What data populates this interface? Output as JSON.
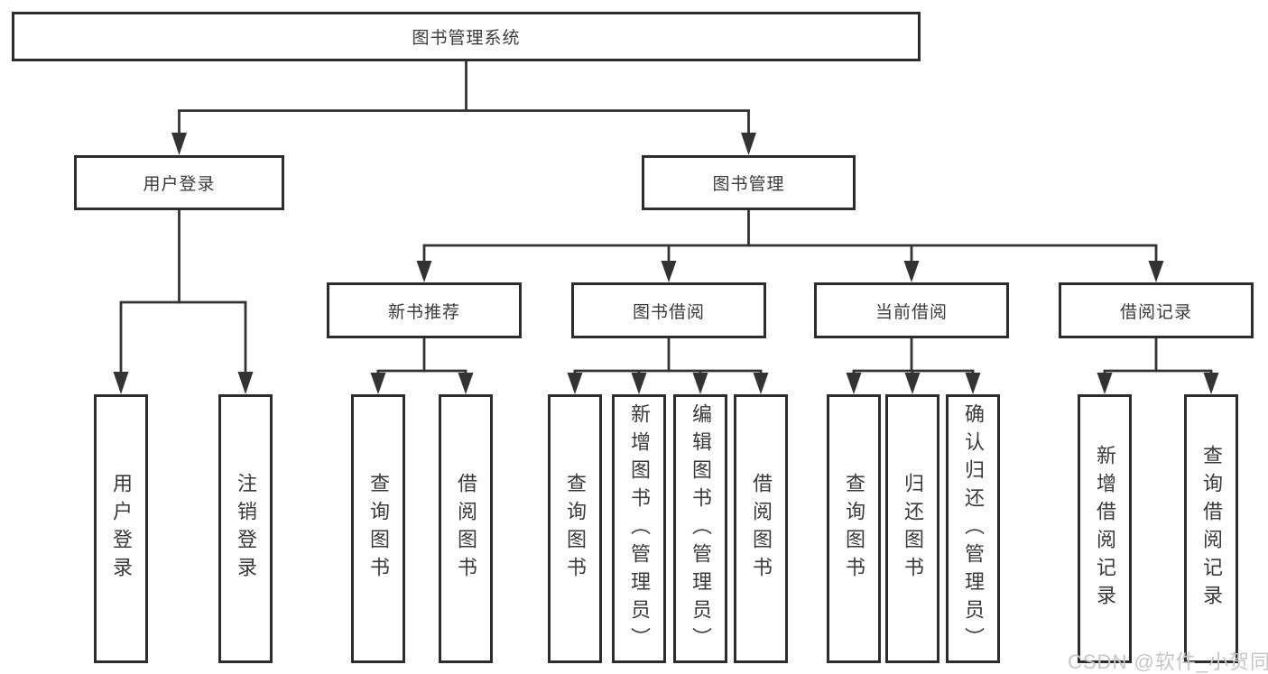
{
  "colors": {
    "line": "#333333",
    "border": "#2d2d2d",
    "text": "#3a3a3a",
    "watermark": "#c6c6c6",
    "background": "#ffffff"
  },
  "diagram": {
    "root": {
      "label": "图书管理系统"
    },
    "level2": [
      {
        "label": "用户登录"
      },
      {
        "label": "图书管理"
      }
    ],
    "level3": [
      {
        "label": "新书推荐"
      },
      {
        "label": "图书借阅"
      },
      {
        "label": "当前借阅"
      },
      {
        "label": "借阅记录"
      }
    ],
    "leaves": {
      "user_login": [
        "用户登录",
        "注销登录"
      ],
      "new_book_recommend": [
        "查询图书",
        "借阅图书"
      ],
      "book_borrow": [
        "查询图书",
        "新增图书（管理员）",
        "编辑图书（管理员）",
        "借阅图书"
      ],
      "current_borrow": [
        "查询图书",
        "归还图书",
        "确认归还（管理员）"
      ],
      "borrow_record": [
        "新增借阅记录",
        "查询借阅记录"
      ]
    }
  },
  "watermark": {
    "text": "CSDN @软件_小贺同学"
  }
}
